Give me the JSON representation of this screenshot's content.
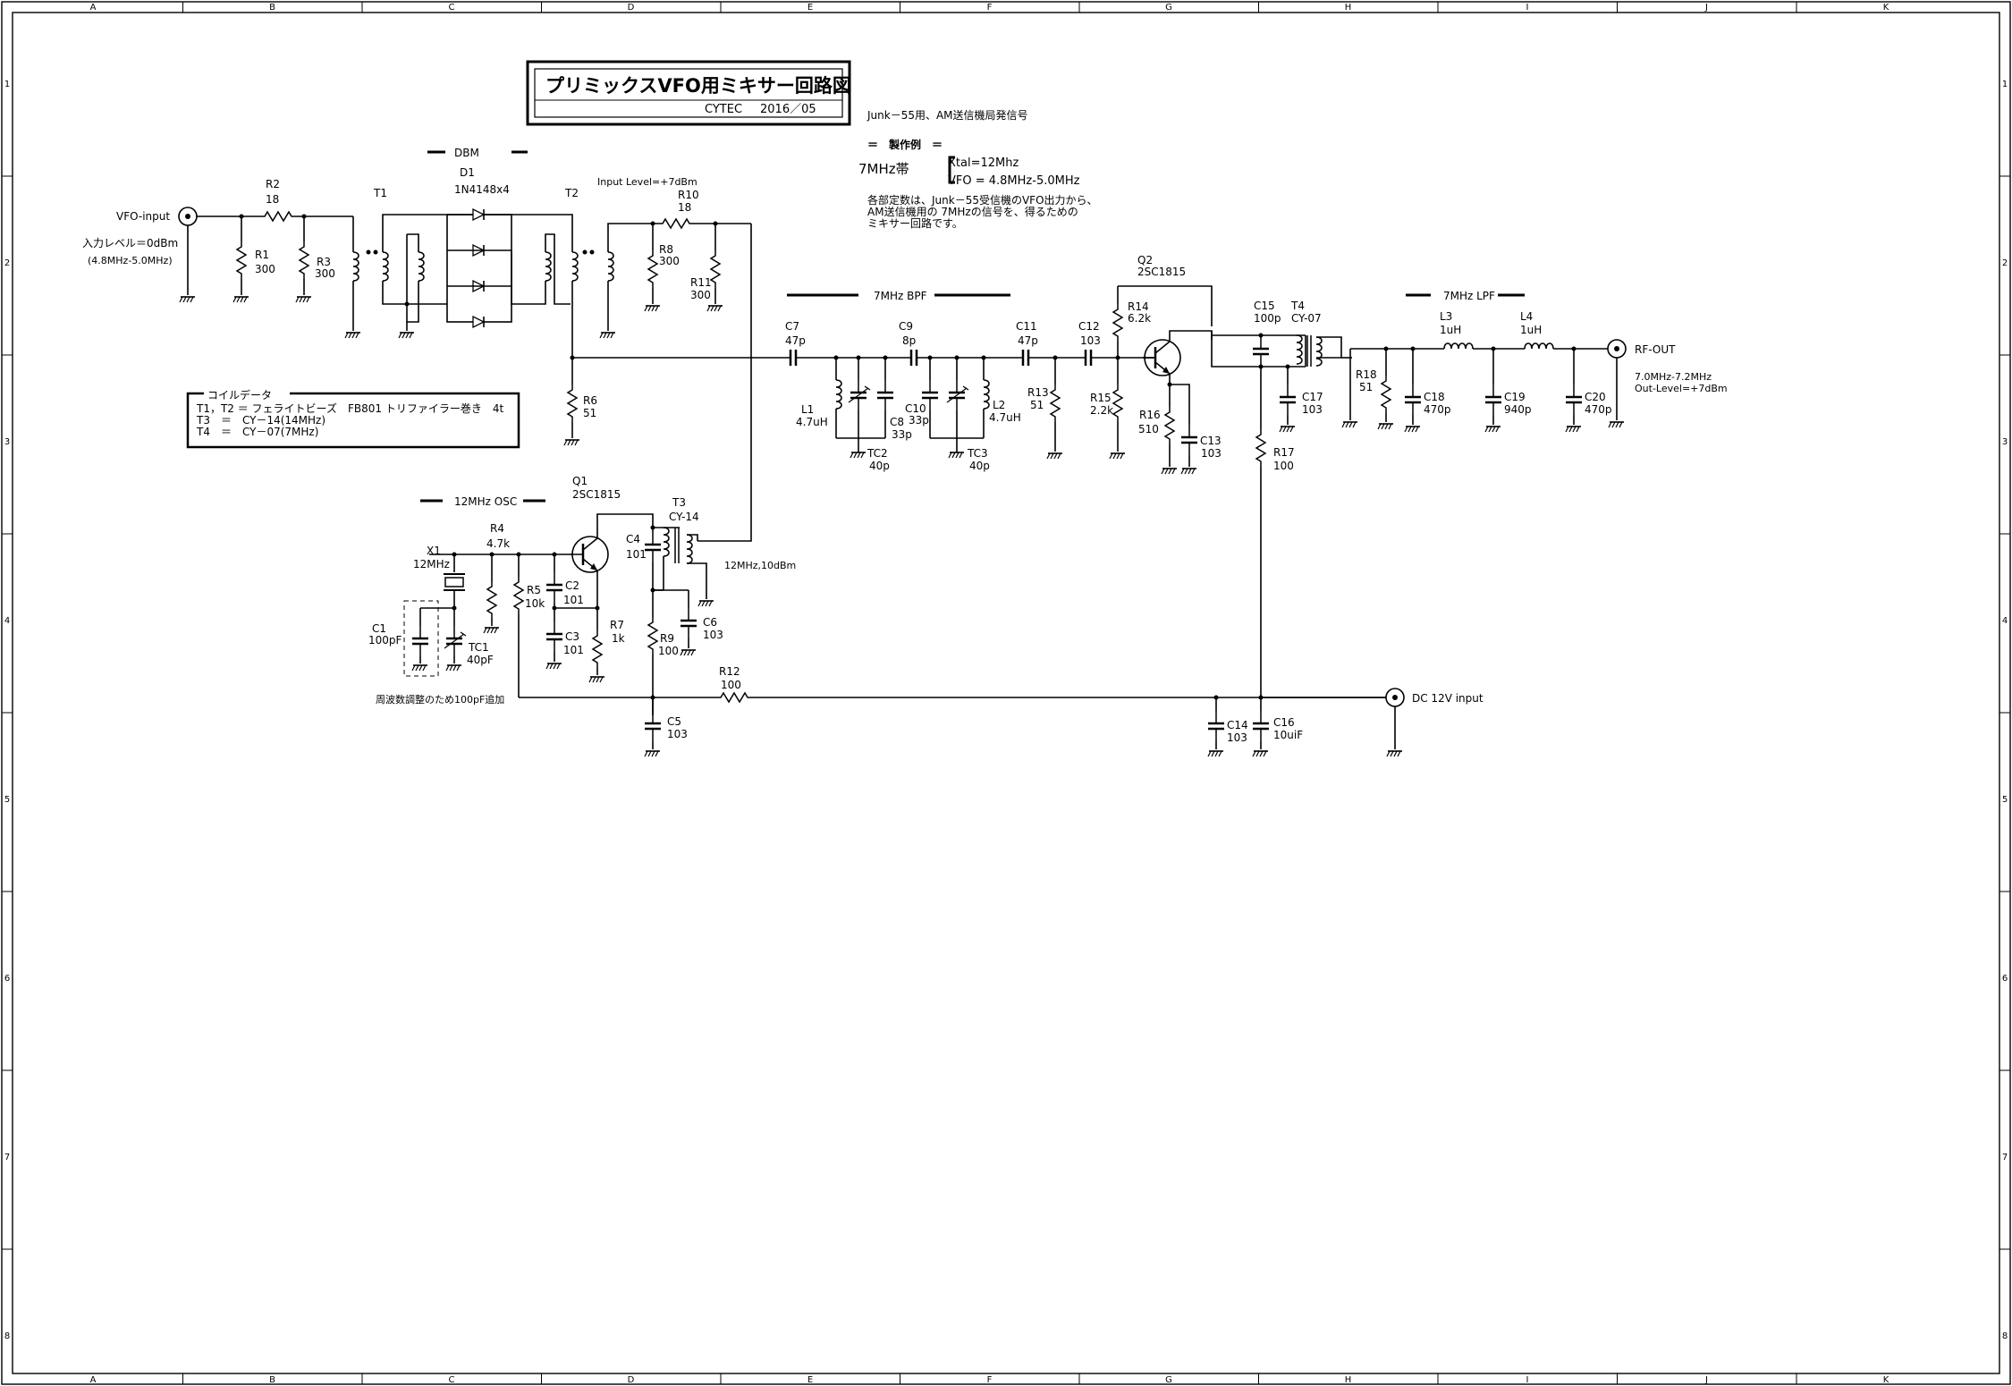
{
  "title_block": {
    "title": "プリミックスVFO用ミキサー回路図",
    "author": "CYTEC",
    "date": "2016／05"
  },
  "grid": {
    "columns": [
      "A",
      "B",
      "C",
      "D",
      "E",
      "F",
      "G",
      "H",
      "I",
      "J",
      "K"
    ],
    "rows": [
      "1",
      "2",
      "3",
      "4",
      "5",
      "6",
      "7",
      "8"
    ]
  },
  "notes": {
    "purpose": "Junk－55用、AM送信機局発信号",
    "example_heading": "＝　製作例　＝",
    "band": "7MHz帯",
    "xtal": "Xtal=12Mhz",
    "vfo": "VFO = 4.8MHz-5.0MHz",
    "desc1": "各部定数は、Junk－55受信機のVFO出力から、",
    "desc2": "AM送信機用の 7MHzの信号を、得るための",
    "desc3": "ミキサー回路です。"
  },
  "coil_data": {
    "title": "コイルデータ",
    "line1": "T1，T2  ＝  フェライトビーズ　FB801  トリファイラー巻き　4t",
    "line2": "T3　＝　CY－14(14MHz)",
    "line3": "T4　＝　CY－07(7MHz)"
  },
  "sections": {
    "dbm": "DBM",
    "bpf": "7MHz BPF",
    "lpf": "7MHz LPF",
    "osc": "12MHz OSC"
  },
  "ports": {
    "vfo_input": "VFO-input",
    "input_level": "入力レベル＝0dBm",
    "input_range": "(4.8MHz-5.0MHz)",
    "dbm_input_level": "Input Level=+7dBm",
    "rf_out": "RF-OUT",
    "out_range": "7.0MHz-7.2MHz",
    "out_level": "Out-Level=+7dBm",
    "dc_input": "DC 12V input",
    "osc_out": "12MHz,10dBm",
    "trim_note": "周波数調整のため100pF追加"
  },
  "components": {
    "R1": {
      "ref": "R1",
      "val": "300"
    },
    "R2": {
      "ref": "R2",
      "val": "18"
    },
    "R3": {
      "ref": "R3",
      "val": "300"
    },
    "T1": {
      "ref": "T1"
    },
    "T2": {
      "ref": "T2"
    },
    "D1": {
      "ref": "D1",
      "val": "1N4148x4"
    },
    "R6": {
      "ref": "R6",
      "val": "51"
    },
    "R8": {
      "ref": "R8",
      "val": "300"
    },
    "R10": {
      "ref": "R10",
      "val": "18"
    },
    "R11": {
      "ref": "R11",
      "val": "300"
    },
    "C7": {
      "ref": "C7",
      "val": "47p"
    },
    "C9": {
      "ref": "C9",
      "val": "8p"
    },
    "C11": {
      "ref": "C11",
      "val": "47p"
    },
    "C12": {
      "ref": "C12",
      "val": "103"
    },
    "L1": {
      "ref": "L1",
      "val": "4.7uH"
    },
    "L2": {
      "ref": "L2",
      "val": "4.7uH"
    },
    "C8": {
      "ref": "C8",
      "val": "33p"
    },
    "C10": {
      "ref": "C10",
      "val": "33p"
    },
    "TC2": {
      "ref": "TC2",
      "val": "40p"
    },
    "TC3": {
      "ref": "TC3",
      "val": "40p"
    },
    "R13": {
      "ref": "R13",
      "val": "51"
    },
    "Q2": {
      "ref": "Q2",
      "val": "2SC1815"
    },
    "R14": {
      "ref": "R14",
      "val": "6.2k"
    },
    "R15": {
      "ref": "R15",
      "val": "2.2k"
    },
    "R16": {
      "ref": "R16",
      "val": "510"
    },
    "C13": {
      "ref": "C13",
      "val": "103"
    },
    "C15": {
      "ref": "C15",
      "val": "100p"
    },
    "T4": {
      "ref": "T4",
      "val": "CY-07"
    },
    "C17": {
      "ref": "C17",
      "val": "103"
    },
    "R17": {
      "ref": "R17",
      "val": "100"
    },
    "R18": {
      "ref": "R18",
      "val": "51"
    },
    "L3": {
      "ref": "L3",
      "val": "1uH"
    },
    "L4": {
      "ref": "L4",
      "val": "1uH"
    },
    "C18": {
      "ref": "C18",
      "val": "470p"
    },
    "C19": {
      "ref": "C19",
      "val": "940p"
    },
    "C20": {
      "ref": "C20",
      "val": "470p"
    },
    "C14": {
      "ref": "C14",
      "val": "103"
    },
    "C16": {
      "ref": "C16",
      "val": "10uiF"
    },
    "Q1": {
      "ref": "Q1",
      "val": "2SC1815"
    },
    "X1": {
      "ref": "X1",
      "val": "12MHz"
    },
    "R4": {
      "ref": "R4",
      "val": "4.7k"
    },
    "R5": {
      "ref": "R5",
      "val": "10k"
    },
    "C2": {
      "ref": "C2",
      "val": "101"
    },
    "C3": {
      "ref": "C3",
      "val": "101"
    },
    "R7": {
      "ref": "R7",
      "val": "1k"
    },
    "C4": {
      "ref": "C4",
      "val": "101"
    },
    "T3": {
      "ref": "T3",
      "val": "CY-14"
    },
    "C6": {
      "ref": "C6",
      "val": "103"
    },
    "R9": {
      "ref": "R9",
      "val": "100"
    },
    "R12": {
      "ref": "R12",
      "val": "100"
    },
    "C5": {
      "ref": "C5",
      "val": "103"
    },
    "C1": {
      "ref": "C1",
      "val": "100pF"
    },
    "TC1": {
      "ref": "TC1",
      "val": "40pF"
    }
  }
}
